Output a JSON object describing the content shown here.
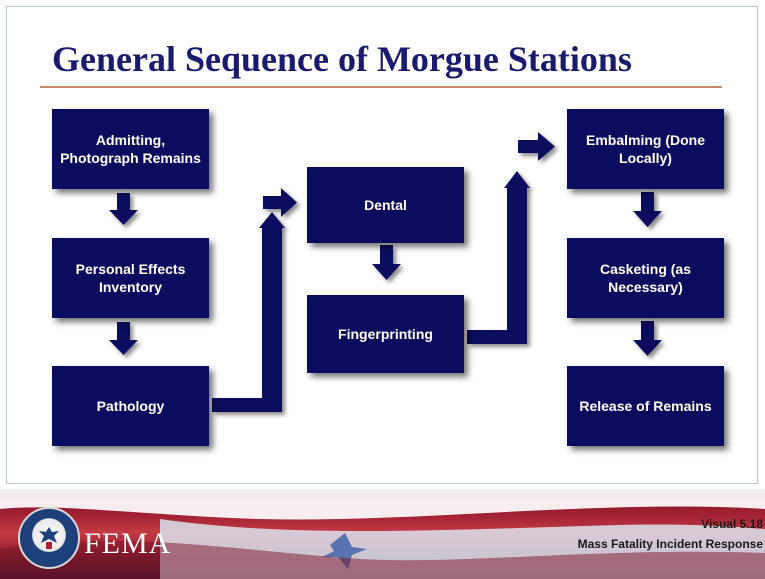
{
  "slide": {
    "title": "General Sequence of Morgue Stations"
  },
  "stations": {
    "admitting": "Admitting, Photograph Remains",
    "personal_effects": "Personal Effects Inventory",
    "pathology": "Pathology",
    "dental": "Dental",
    "fingerprinting": "Fingerprinting",
    "embalming": "Embalming (Done Locally)",
    "casketing": "Casketing (as Necessary)",
    "release": "Release of Remains"
  },
  "footer": {
    "logo_text": "FEMA",
    "visual_label": "Visual 5.18",
    "course_label": "Mass Fatality Incident Response"
  },
  "colors": {
    "box": "#0c0c5e",
    "title": "#1a1a6e",
    "footer_red": "#a32233"
  }
}
